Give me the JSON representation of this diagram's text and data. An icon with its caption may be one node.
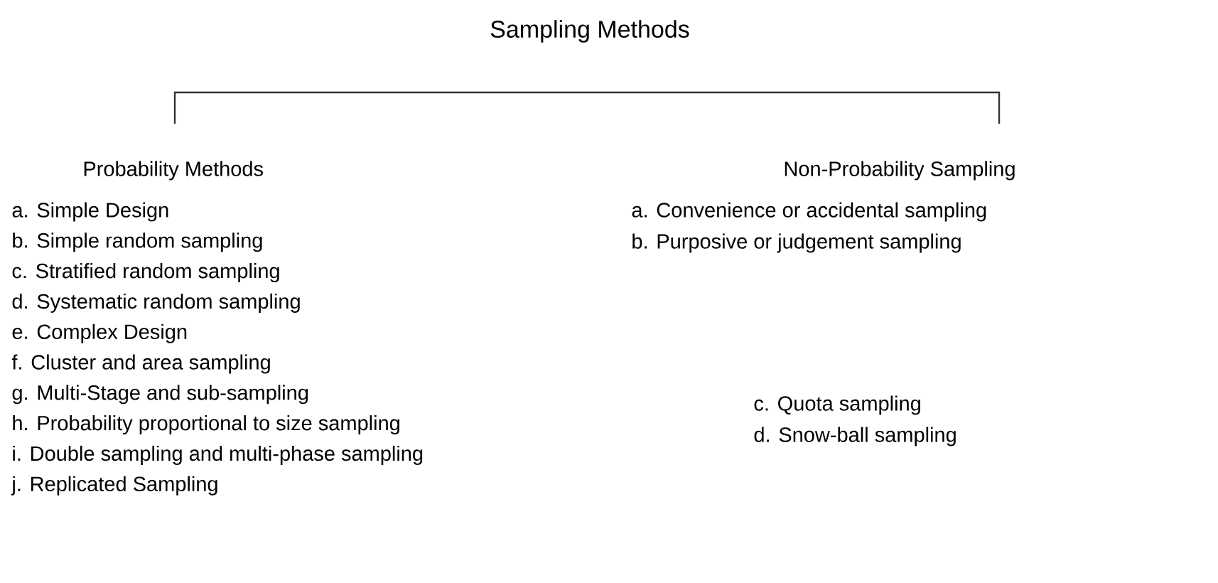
{
  "diagram": {
    "title": "Sampling Methods",
    "labels": [
      "Probability Methods",
      "Non-Probability Sampling",
      "a.   Simple Design",
      "b.   Simple random sampling",
      "c.   Stratified random sampling",
      "d.   Systematic random sampling",
      "e.   Complex Design",
      "f.   Cluster and area sampling",
      "g.   Multi-Stage and sub-sampling",
      "h.   Probability proportional to size sampling",
      "i.   Double sampling and multi-phase sampling",
      "j.   Replicated Sampling",
      "a. Convenience or accidental sampling",
      "b. Purposive or judgement sampling",
      "c. Quota sampling",
      "d. Snow-ball sampling"
    ]
  }
}
